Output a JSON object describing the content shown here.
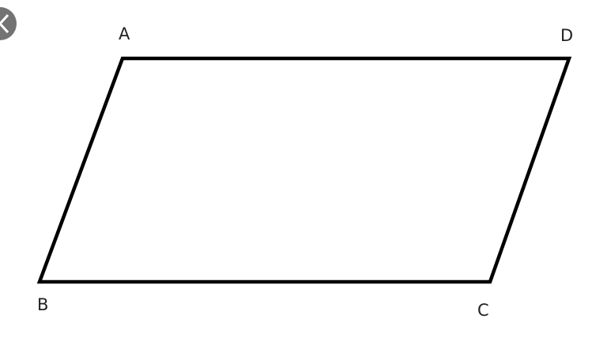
{
  "diagram": {
    "shape": "parallelogram",
    "vertices": {
      "A": "A",
      "B": "B",
      "C": "C",
      "D": "D"
    },
    "stroke_color": "#000000"
  },
  "nav": {
    "back_icon": "chevron-left-icon",
    "back_color": "#737373"
  }
}
